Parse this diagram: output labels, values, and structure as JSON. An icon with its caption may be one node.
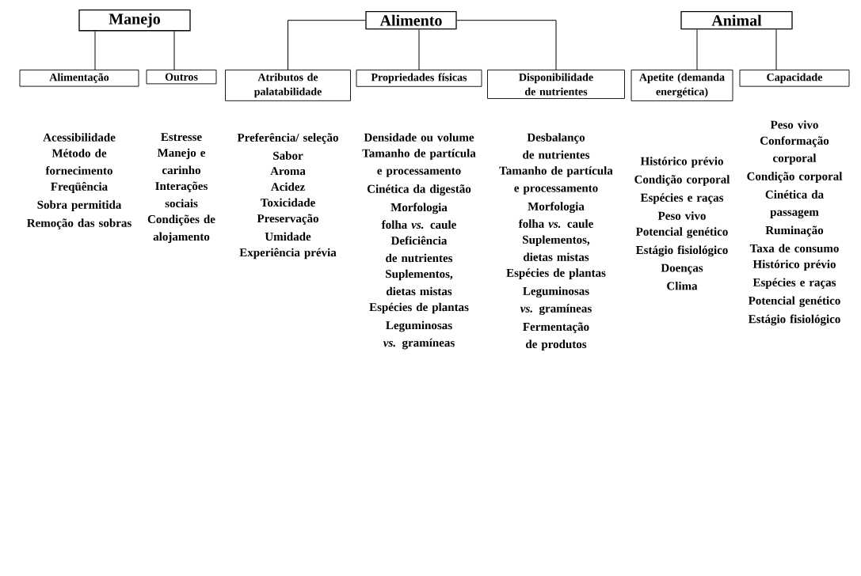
{
  "diagram": {
    "nodes": [
      {
        "text": [
          "Manejo"
        ]
      },
      {
        "text": [
          "Alimento"
        ]
      },
      {
        "text": [
          "Animal"
        ]
      },
      {
        "text": [
          "Alimentação"
        ],
        "beside": [
          "Acessibilidade",
          "Método de fornecimento",
          "Freqüência",
          "Sobra permitida",
          "Remoção das sobras"
        ]
      },
      {
        "text": [
          "Outros"
        ],
        "beside": [
          "Estresse",
          "Manejo e carinho",
          "Interações sociais",
          "Condições de alojamento"
        ]
      },
      {
        "text": [
          "Atributos de palatabilidade"
        ],
        "beside": [
          "Preferência/ seleção",
          "Sabor",
          "Aroma",
          "Acidez",
          "Toxicidade",
          "Preservação",
          "Umidade",
          "Experiência prévia"
        ]
      },
      {
        "text": [
          "Propriedades físicas"
        ],
        "beside": [
          "Densidade ou volume",
          "Tamanho de partícula e processamento",
          "Cinética da digestão",
          "Morfologia folha *vs.* caule",
          "Deficiência de nutrientes",
          "Suplementos, dietas mistas",
          "Espécies de plantas",
          "Leguminosas *vs.* gramíneas"
        ]
      },
      {
        "text": [
          "Disponibilidade de nutrientes"
        ],
        "beside": [
          "Desbalanço de nutrientes",
          "Tamanho de partícula e processamento",
          "Morfologia folha *vs.* caule",
          "Suplementos, dietas mistas",
          "Espécies de plantas",
          "Leguminosas *vs.* gramíneas",
          "Fermentação de produtos"
        ]
      },
      {
        "text": [
          "Apetite (demanda energética)"
        ],
        "beside": [
          "Histórico prévio",
          "Condição corporal",
          "Espécies e raças",
          "Peso vivo",
          "Potencial genético",
          "Estágio fisiológico",
          "Doenças",
          "Clima"
        ]
      },
      {
        "text": [
          "Capacidade"
        ],
        "beside": [
          "Peso vivo",
          "Conformação corporal",
          "Condição corporal",
          "Cinética da passagem",
          "Ruminação",
          "Taxa de consumo",
          "Histórico prévio",
          "Espécies e raças",
          "Potencial genético",
          "Estágio fisiológico"
        ]
      }
    ],
    "edges": [
      {
        "from": 0,
        "to": 3,
        "arrow": "none"
      },
      {
        "from": 0,
        "to": 4,
        "arrow": "none"
      },
      {
        "from": 1,
        "to": 5,
        "arrow": "none"
      },
      {
        "from": 1,
        "to": 6,
        "arrow": "none"
      },
      {
        "from": 1,
        "to": 7,
        "arrow": "none"
      },
      {
        "from": 2,
        "to": 8,
        "arrow": "none"
      },
      {
        "from": 2,
        "to": 9,
        "arrow": "none"
      }
    ]
  }
}
